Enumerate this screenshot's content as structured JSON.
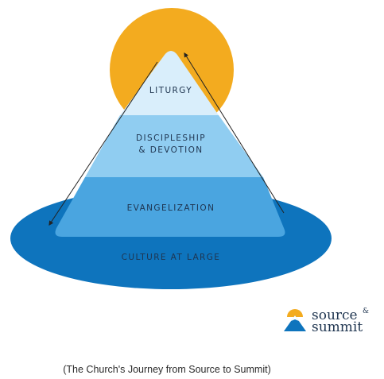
{
  "diagram": {
    "tiers": [
      {
        "lines": [
          "LITURGY"
        ]
      },
      {
        "lines": [
          "DISCIPLESHIP",
          "& DEVOTION"
        ]
      },
      {
        "lines": [
          "EVANGELIZATION"
        ]
      },
      {
        "lines": [
          "CULTURE AT LARGE"
        ]
      }
    ],
    "colors": {
      "sun": "#f3ab1f",
      "ocean": "#0e74bd",
      "tier_top": "#d9eefb",
      "tier_second": "#90cdf1",
      "tier_third": "#4aa5e0",
      "text": "#1f3550",
      "arrow": "#222222"
    }
  },
  "brand": {
    "name_line1": "source",
    "name_amp": "&",
    "name_line2": "summit",
    "logo_icon": "sun-over-mountain-icon"
  },
  "caption": "(The Church's Journey from Source to Summit)"
}
